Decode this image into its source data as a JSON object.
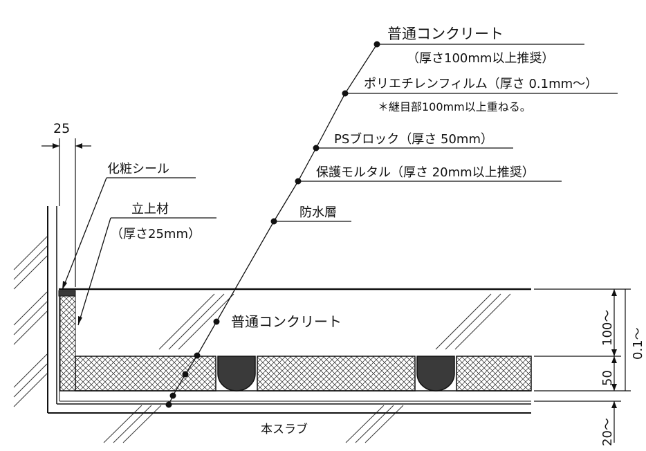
{
  "labels": {
    "concrete_title": "普通コンクリート",
    "concrete_note": "（厚さ100mm以上推奨）",
    "film": "ポリエチレンフィルム（厚さ 0.1mm～）",
    "film_note": "＊継目部100mm以上重ねる。",
    "ps_block": "PSブロック（厚さ 50mm）",
    "mortar": "保護モルタル（厚さ 20mm以上推奨）",
    "waterproof": "防水層",
    "sealant": "化粧シール",
    "riser": "立上材",
    "riser_note": "（厚さ25mm）",
    "concrete_inner": "普通コンクリート",
    "slab": "本スラブ"
  },
  "dimensions": {
    "riser_width": "25",
    "concrete_thickness": "100～",
    "block_thickness": "50",
    "mortar_thickness": "20～",
    "film_thickness": "0.1～"
  },
  "colors": {
    "line": "#111111",
    "joint_fill": "#3a3a3a",
    "background": "#ffffff"
  }
}
